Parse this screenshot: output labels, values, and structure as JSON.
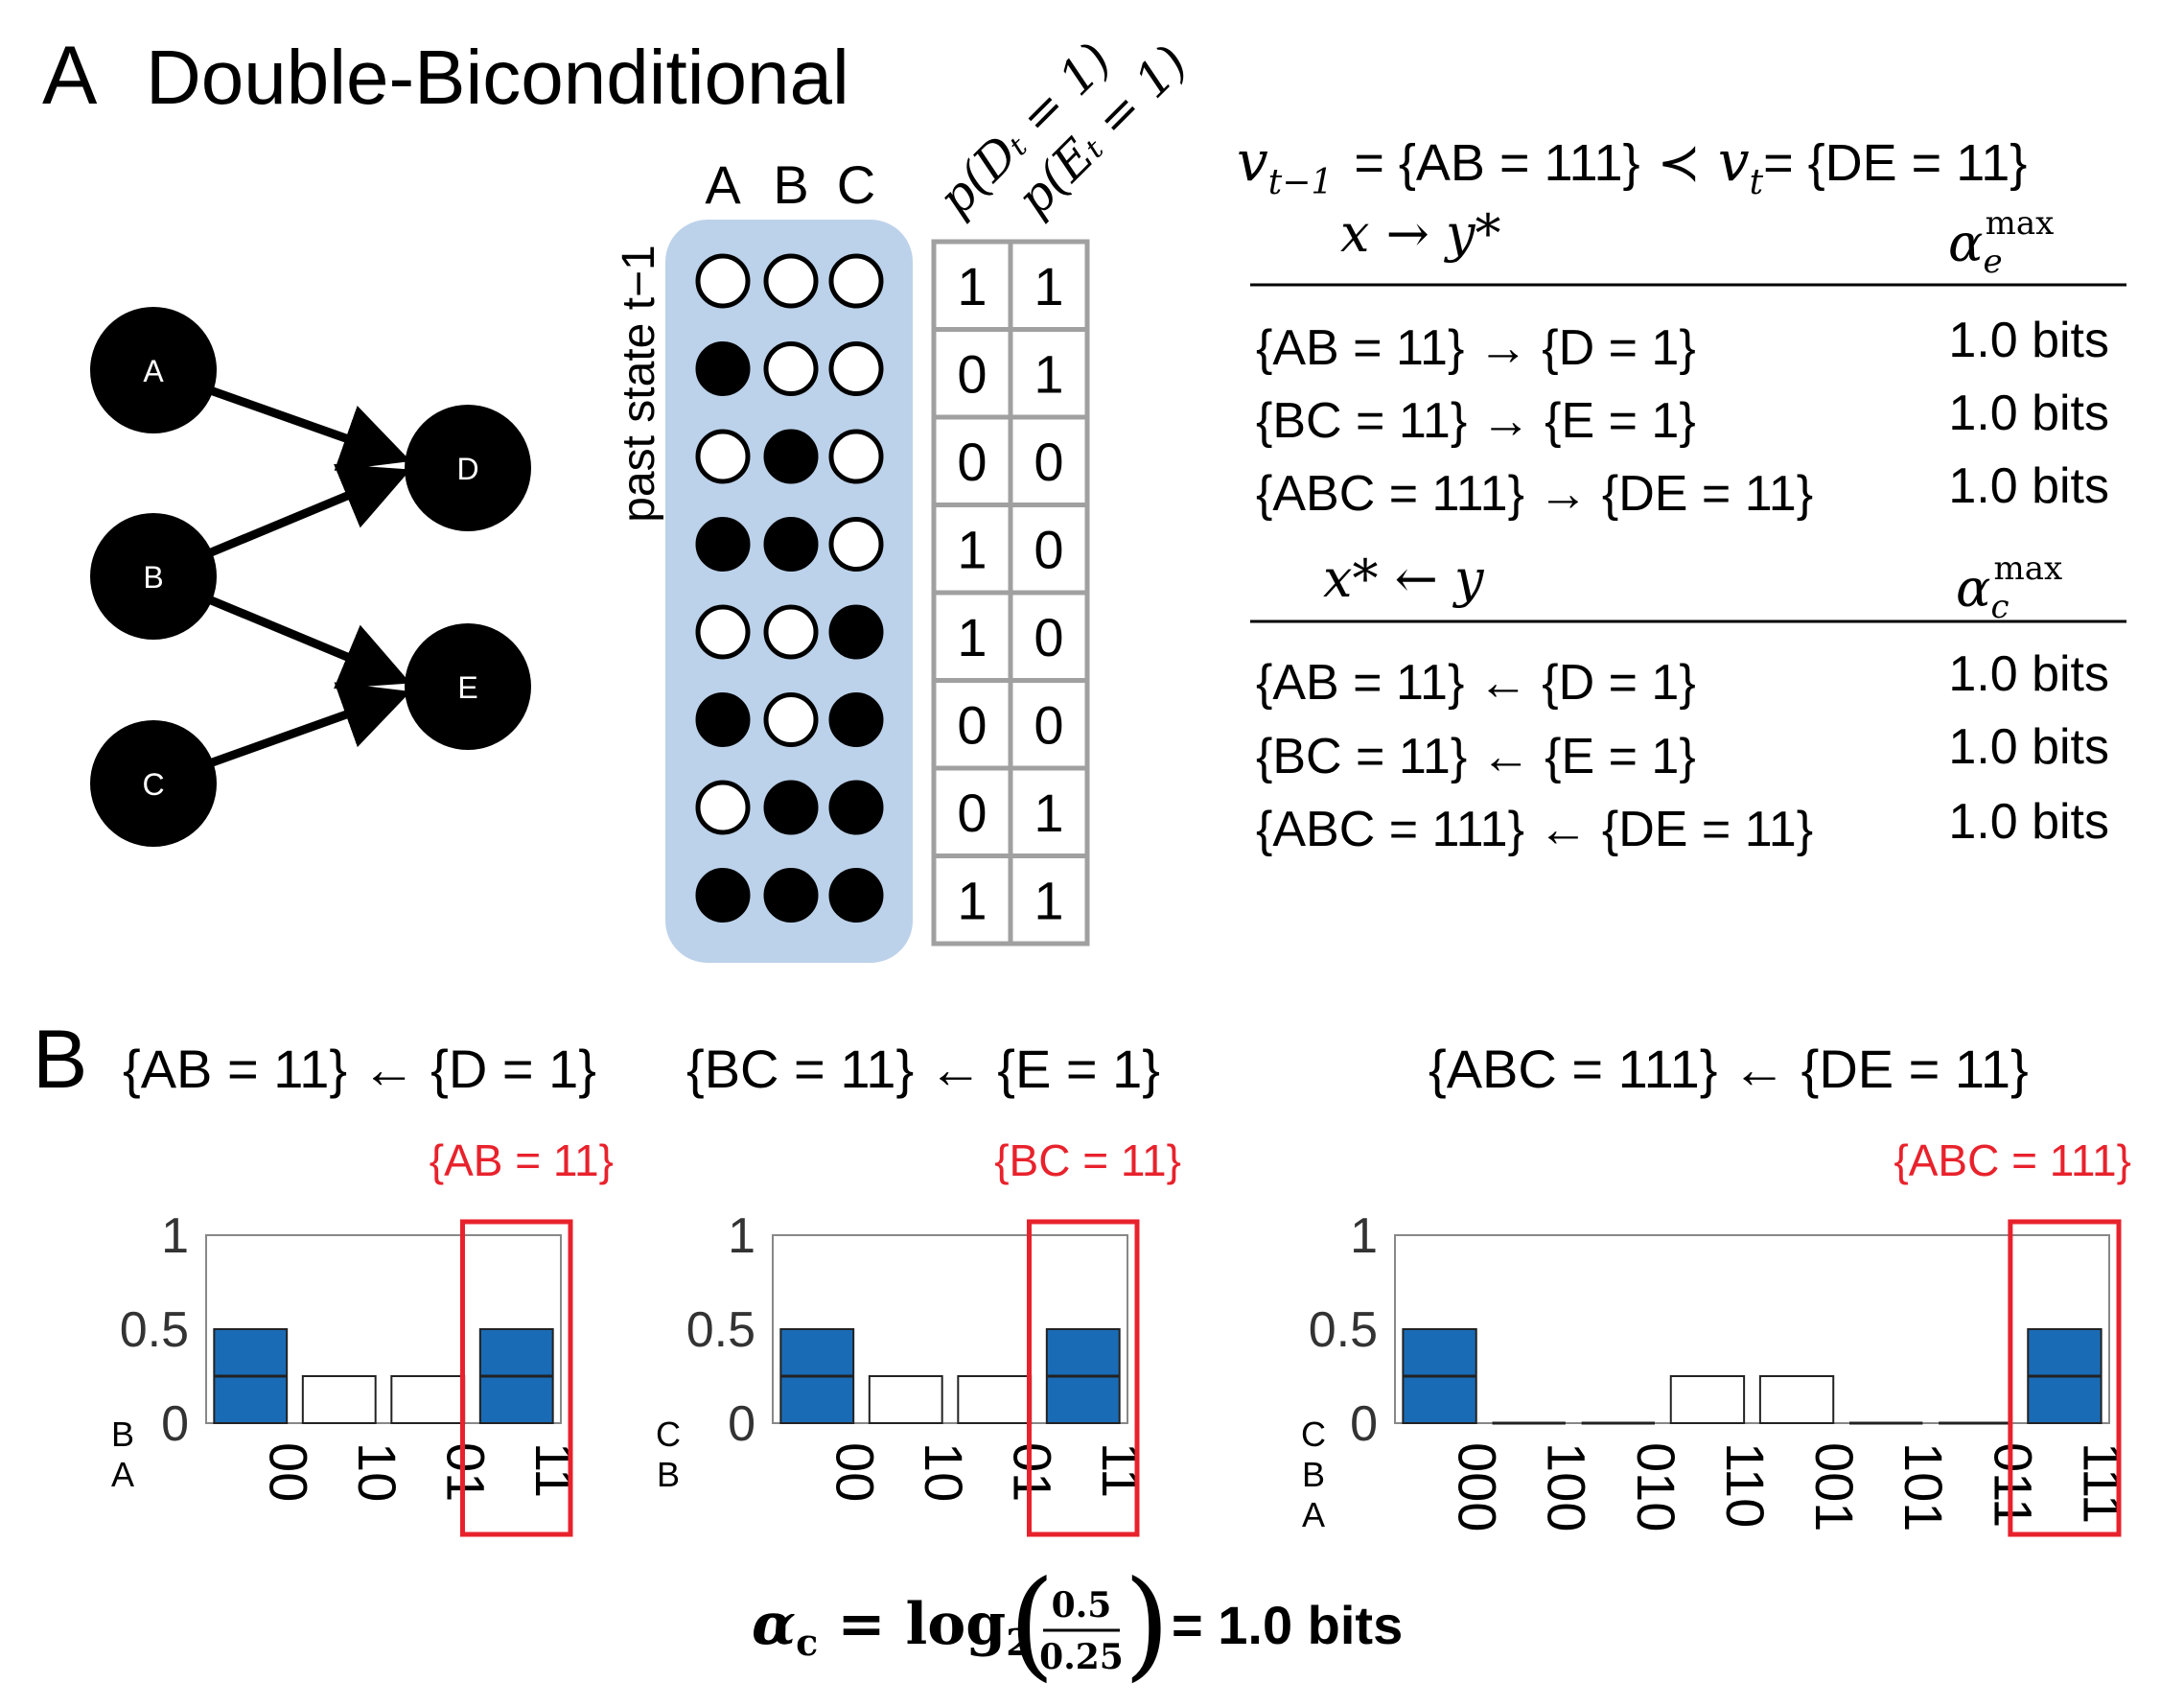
{
  "panel_a": {
    "letter": "A",
    "title": "Double-Biconditional",
    "nodes": [
      "A",
      "B",
      "C",
      "D",
      "E"
    ],
    "columns": [
      "A",
      "B",
      "C"
    ],
    "row_axis_label": "past state t−1",
    "prob_headers": [
      "p(Dₜ = 1)",
      "p(Eₜ = 1)"
    ],
    "states": [
      [
        0,
        0,
        0
      ],
      [
        1,
        0,
        0
      ],
      [
        0,
        1,
        0
      ],
      [
        1,
        1,
        0
      ],
      [
        0,
        0,
        1
      ],
      [
        1,
        0,
        1
      ],
      [
        0,
        1,
        1
      ],
      [
        1,
        1,
        1
      ]
    ],
    "table": [
      [
        "1",
        "1"
      ],
      [
        "0",
        "1"
      ],
      [
        "0",
        "0"
      ],
      [
        "1",
        "0"
      ],
      [
        "1",
        "0"
      ],
      [
        "0",
        "0"
      ],
      [
        "0",
        "1"
      ],
      [
        "1",
        "1"
      ]
    ],
    "relation": {
      "left_var": "v",
      "left_sub": "t−1",
      "left_set": "= {AB = 111}",
      "prec": "≺",
      "right_var": "v",
      "right_sub": "t",
      "right_set": "= {DE = 11}"
    },
    "effect": {
      "header_left": "x → y*",
      "header_alpha": "α",
      "header_sub": "e",
      "header_sup": "max",
      "rows": [
        {
          "label": "{AB = 11} → {D = 1}",
          "value": "1.0 bits"
        },
        {
          "label": "{BC = 11} → {E = 1}",
          "value": "1.0 bits"
        },
        {
          "label": "{ABC = 111} → {DE = 11}",
          "value": "1.0 bits"
        }
      ]
    },
    "cause": {
      "header_left": "x* ← y",
      "header_alpha": "α",
      "header_sub": "c",
      "header_sup": "max",
      "rows": [
        {
          "label": "{AB = 11} ← {D = 1}",
          "value": "1.0 bits"
        },
        {
          "label": "{BC = 11} ← {E = 1}",
          "value": "1.0 bits"
        },
        {
          "label": "{ABC = 111} ← {DE = 11}",
          "value": "1.0 bits"
        }
      ]
    }
  },
  "panel_b": {
    "letter": "B",
    "formula": {
      "alpha": "α",
      "sub": "c",
      "eq": "= log",
      "log_sub": "2",
      "numerator": "0.5",
      "denominator": "0.25",
      "result": "= 1.0 bits"
    }
  },
  "chart_data": [
    {
      "type": "bar",
      "title": "{AB = 11} ← {D = 1}",
      "highlight_label": "{AB = 11}",
      "row_labels": [
        "B",
        "A"
      ],
      "categories": [
        "00",
        "10",
        "01",
        "11"
      ],
      "values": [
        0.5,
        0.25,
        0.25,
        0.5
      ],
      "filled": [
        true,
        false,
        false,
        true
      ],
      "baseline": 0.25,
      "highlight_index": 3,
      "ylim": [
        0,
        1
      ],
      "yticks": [
        "0",
        "0.5",
        "1"
      ],
      "colors": {
        "bar": "#1a6bb5",
        "highlight": "#e8222c"
      }
    },
    {
      "type": "bar",
      "title": "{BC = 11} ← {E = 1}",
      "highlight_label": "{BC = 11}",
      "row_labels": [
        "C",
        "B"
      ],
      "categories": [
        "00",
        "10",
        "01",
        "11"
      ],
      "values": [
        0.5,
        0.25,
        0.25,
        0.5
      ],
      "filled": [
        true,
        false,
        false,
        true
      ],
      "baseline": 0.25,
      "highlight_index": 3,
      "ylim": [
        0,
        1
      ],
      "yticks": [
        "0",
        "0.5",
        "1"
      ],
      "colors": {
        "bar": "#1a6bb5",
        "highlight": "#e8222c"
      }
    },
    {
      "type": "bar",
      "title": "{ABC = 111} ← {DE = 11}",
      "highlight_label": "{ABC = 111}",
      "row_labels": [
        "C",
        "B",
        "A"
      ],
      "categories": [
        "000",
        "100",
        "010",
        "110",
        "001",
        "101",
        "011",
        "111"
      ],
      "values": [
        0.5,
        0,
        0,
        0.25,
        0.25,
        0,
        0,
        0.5
      ],
      "filled": [
        true,
        false,
        false,
        false,
        false,
        false,
        false,
        true
      ],
      "baseline": 0.25,
      "highlight_index": 7,
      "ylim": [
        0,
        1
      ],
      "yticks": [
        "0",
        "0.5",
        "1"
      ],
      "colors": {
        "bar": "#1a6bb5",
        "highlight": "#e8222c"
      }
    }
  ]
}
